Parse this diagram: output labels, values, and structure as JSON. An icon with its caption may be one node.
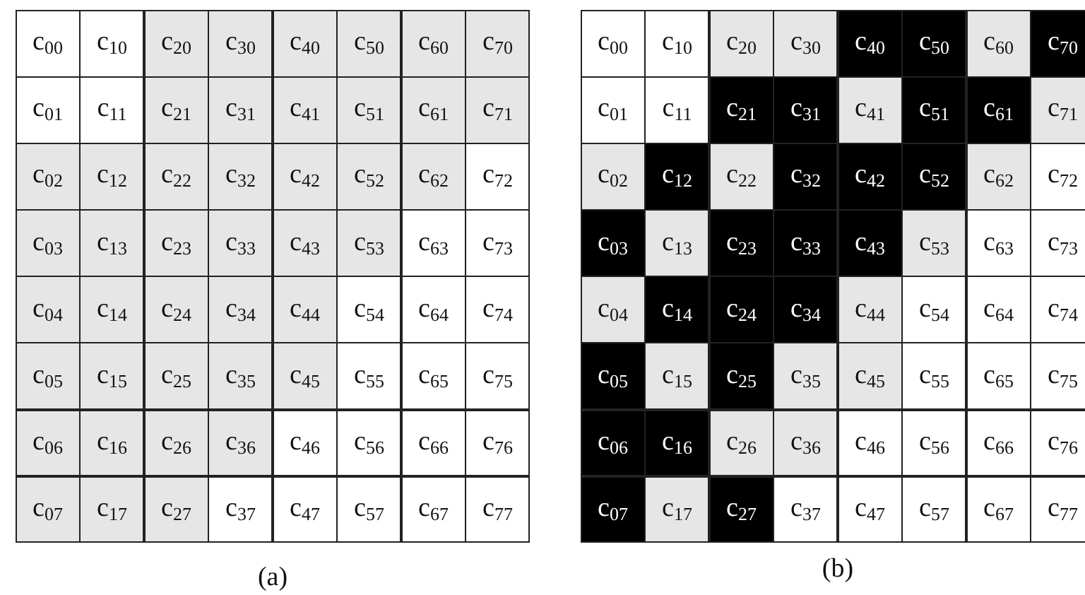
{
  "diagram": {
    "nodes": [
      {
        "text": [
          "(a)"
        ]
      },
      {
        "text": [
          "c$_{00}$"
        ],
        "in": 0
      },
      {
        "text": [
          "c$_{10}$"
        ],
        "in": 0
      },
      {
        "text": [
          "c$_{20}$"
        ],
        "in": 0
      },
      {
        "text": [
          "c$_{30}$"
        ],
        "in": 0
      },
      {
        "text": [
          "c$_{40}$"
        ],
        "in": 0
      },
      {
        "text": [
          "c$_{50}$"
        ],
        "in": 0
      },
      {
        "text": [
          "c$_{60}$"
        ],
        "in": 0
      },
      {
        "text": [
          "c$_{70}$"
        ],
        "in": 0
      },
      {
        "text": [
          "c$_{01}$"
        ],
        "in": 0
      },
      {
        "text": [
          "c$_{11}$"
        ],
        "in": 0
      },
      {
        "text": [
          "c$_{21}$"
        ],
        "in": 0
      },
      {
        "text": [
          "c$_{31}$"
        ],
        "in": 0
      },
      {
        "text": [
          "c$_{41}$"
        ],
        "in": 0
      },
      {
        "text": [
          "c$_{51}$"
        ],
        "in": 0
      },
      {
        "text": [
          "c$_{61}$"
        ],
        "in": 0
      },
      {
        "text": [
          "c$_{71}$"
        ],
        "in": 0
      },
      {
        "text": [
          "c$_{02}$"
        ],
        "in": 0
      },
      {
        "text": [
          "c$_{12}$"
        ],
        "in": 0
      },
      {
        "text": [
          "c$_{22}$"
        ],
        "in": 0
      },
      {
        "text": [
          "c$_{32}$"
        ],
        "in": 0
      },
      {
        "text": [
          "c$_{42}$"
        ],
        "in": 0
      },
      {
        "text": [
          "c$_{52}$"
        ],
        "in": 0
      },
      {
        "text": [
          "c$_{62}$"
        ],
        "in": 0
      },
      {
        "text": [
          "c$_{72}$"
        ],
        "in": 0
      },
      {
        "text": [
          "c$_{03}$"
        ],
        "in": 0
      },
      {
        "text": [
          "c$_{13}$"
        ],
        "in": 0
      },
      {
        "text": [
          "c$_{23}$"
        ],
        "in": 0
      },
      {
        "text": [
          "c$_{33}$"
        ],
        "in": 0
      },
      {
        "text": [
          "c$_{43}$"
        ],
        "in": 0
      },
      {
        "text": [
          "c$_{53}$"
        ],
        "in": 0
      },
      {
        "text": [
          "c$_{63}$"
        ],
        "in": 0
      },
      {
        "text": [
          "c$_{73}$"
        ],
        "in": 0
      },
      {
        "text": [
          "c$_{04}$"
        ],
        "in": 0
      },
      {
        "text": [
          "c$_{14}$"
        ],
        "in": 0
      },
      {
        "text": [
          "c$_{24}$"
        ],
        "in": 0
      },
      {
        "text": [
          "c$_{34}$"
        ],
        "in": 0
      },
      {
        "text": [
          "c$_{44}$"
        ],
        "in": 0
      },
      {
        "text": [
          "c$_{54}$"
        ],
        "in": 0
      },
      {
        "text": [
          "c$_{64}$"
        ],
        "in": 0
      },
      {
        "text": [
          "c$_{74}$"
        ],
        "in": 0
      },
      {
        "text": [
          "c$_{05}$"
        ],
        "in": 0
      },
      {
        "text": [
          "c$_{15}$"
        ],
        "in": 0
      },
      {
        "text": [
          "c$_{25}$"
        ],
        "in": 0
      },
      {
        "text": [
          "c$_{35}$"
        ],
        "in": 0
      },
      {
        "text": [
          "c$_{45}$"
        ],
        "in": 0
      },
      {
        "text": [
          "c$_{55}$"
        ],
        "in": 0
      },
      {
        "text": [
          "c$_{65}$"
        ],
        "in": 0
      },
      {
        "text": [
          "c$_{75}$"
        ],
        "in": 0
      },
      {
        "text": [
          "c$_{06}$"
        ],
        "in": 0
      },
      {
        "text": [
          "c$_{16}$"
        ],
        "in": 0
      },
      {
        "text": [
          "c$_{26}$"
        ],
        "in": 0
      },
      {
        "text": [
          "c$_{36}$"
        ],
        "in": 0
      },
      {
        "text": [
          "c$_{46}$"
        ],
        "in": 0
      },
      {
        "text": [
          "c$_{56}$"
        ],
        "in": 0
      },
      {
        "text": [
          "c$_{66}$"
        ],
        "in": 0
      },
      {
        "text": [
          "c$_{76}$"
        ],
        "in": 0
      },
      {
        "text": [
          "c$_{07}$"
        ],
        "in": 0
      },
      {
        "text": [
          "c$_{17}$"
        ],
        "in": 0
      },
      {
        "text": [
          "c$_{27}$"
        ],
        "in": 0
      },
      {
        "text": [
          "c$_{37}$"
        ],
        "in": 0
      },
      {
        "text": [
          "c$_{47}$"
        ],
        "in": 0
      },
      {
        "text": [
          "c$_{57}$"
        ],
        "in": 0
      },
      {
        "text": [
          "c$_{67}$"
        ],
        "in": 0
      },
      {
        "text": [
          "c$_{77}$"
        ],
        "in": 0
      },
      {
        "text": [
          "(b)"
        ]
      },
      {
        "text": [
          "c$_{00}$"
        ],
        "in": 65
      },
      {
        "text": [
          "c$_{10}$"
        ],
        "in": 65
      },
      {
        "text": [
          "c$_{20}$"
        ],
        "in": 65
      },
      {
        "text": [
          "c$_{30}$"
        ],
        "in": 65
      },
      {
        "text": [
          "c$_{40}$"
        ],
        "in": 65
      },
      {
        "text": [
          "c$_{50}$"
        ],
        "in": 65
      },
      {
        "text": [
          "c$_{60}$"
        ],
        "in": 65
      },
      {
        "text": [
          "c$_{70}$"
        ],
        "in": 65
      },
      {
        "text": [
          "c$_{01}$"
        ],
        "in": 65
      },
      {
        "text": [
          "c$_{11}$"
        ],
        "in": 65
      },
      {
        "text": [
          "c$_{21}$"
        ],
        "in": 65
      },
      {
        "text": [
          "c$_{31}$"
        ],
        "in": 65
      },
      {
        "text": [
          "c$_{41}$"
        ],
        "in": 65
      },
      {
        "text": [
          "c$_{51}$"
        ],
        "in": 65
      },
      {
        "text": [
          "c$_{61}$"
        ],
        "in": 65
      },
      {
        "text": [
          "c$_{71}$"
        ],
        "in": 65
      },
      {
        "text": [
          "c$_{02}$"
        ],
        "in": 65
      },
      {
        "text": [
          "c$_{12}$"
        ],
        "in": 65
      },
      {
        "text": [
          "c$_{22}$"
        ],
        "in": 65
      },
      {
        "text": [
          "c$_{32}$"
        ],
        "in": 65
      },
      {
        "text": [
          "c$_{42}$"
        ],
        "in": 65
      },
      {
        "text": [
          "c$_{52}$"
        ],
        "in": 65
      },
      {
        "text": [
          "c$_{62}$"
        ],
        "in": 65
      },
      {
        "text": [
          "c$_{72}$"
        ],
        "in": 65
      },
      {
        "text": [
          "c$_{03}$"
        ],
        "in": 65
      },
      {
        "text": [
          "c$_{13}$"
        ],
        "in": 65
      },
      {
        "text": [
          "c$_{23}$"
        ],
        "in": 65
      },
      {
        "text": [
          "c$_{33}$"
        ],
        "in": 65
      },
      {
        "text": [
          "c$_{43}$"
        ],
        "in": 65
      },
      {
        "text": [
          "c$_{53}$"
        ],
        "in": 65
      },
      {
        "text": [
          "c$_{63}$"
        ],
        "in": 65
      },
      {
        "text": [
          "c$_{73}$"
        ],
        "in": 65
      },
      {
        "text": [
          "c$_{04}$"
        ],
        "in": 65
      },
      {
        "text": [
          "c$_{14}$"
        ],
        "in": 65
      },
      {
        "text": [
          "c$_{24}$"
        ],
        "in": 65
      },
      {
        "text": [
          "c$_{34}$"
        ],
        "in": 65
      },
      {
        "text": [
          "c$_{44}$"
        ],
        "in": 65
      },
      {
        "text": [
          "c$_{54}$"
        ],
        "in": 65
      },
      {
        "text": [
          "c$_{64}$"
        ],
        "in": 65
      },
      {
        "text": [
          "c$_{74}$"
        ],
        "in": 65
      },
      {
        "text": [
          "c$_{05}$"
        ],
        "in": 65
      },
      {
        "text": [
          "c$_{15}$"
        ],
        "in": 65
      },
      {
        "text": [
          "c$_{25}$"
        ],
        "in": 65
      },
      {
        "text": [
          "c$_{35}$"
        ],
        "in": 65
      },
      {
        "text": [
          "c$_{45}$"
        ],
        "in": 65
      },
      {
        "text": [
          "c$_{55}$"
        ],
        "in": 65
      },
      {
        "text": [
          "c$_{65}$"
        ],
        "in": 65
      },
      {
        "text": [
          "c$_{75}$"
        ],
        "in": 65
      },
      {
        "text": [
          "c$_{06}$"
        ],
        "in": 65
      },
      {
        "text": [
          "c$_{16}$"
        ],
        "in": 65
      },
      {
        "text": [
          "c$_{26}$"
        ],
        "in": 65
      },
      {
        "text": [
          "c$_{36}$"
        ],
        "in": 65
      },
      {
        "text": [
          "c$_{46}$"
        ],
        "in": 65
      },
      {
        "text": [
          "c$_{56}$"
        ],
        "in": 65
      },
      {
        "text": [
          "c$_{66}$"
        ],
        "in": 65
      },
      {
        "text": [
          "c$_{76}$"
        ],
        "in": 65
      },
      {
        "text": [
          "c$_{07}$"
        ],
        "in": 65
      },
      {
        "text": [
          "c$_{17}$"
        ],
        "in": 65
      },
      {
        "text": [
          "c$_{27}$"
        ],
        "in": 65
      },
      {
        "text": [
          "c$_{37}$"
        ],
        "in": 65
      },
      {
        "text": [
          "c$_{47}$"
        ],
        "in": 65
      },
      {
        "text": [
          "c$_{57}$"
        ],
        "in": 65
      },
      {
        "text": [
          "c$_{67}$"
        ],
        "in": 65
      },
      {
        "text": [
          "c$_{77}$"
        ],
        "in": 65
      }
    ]
  }
}
